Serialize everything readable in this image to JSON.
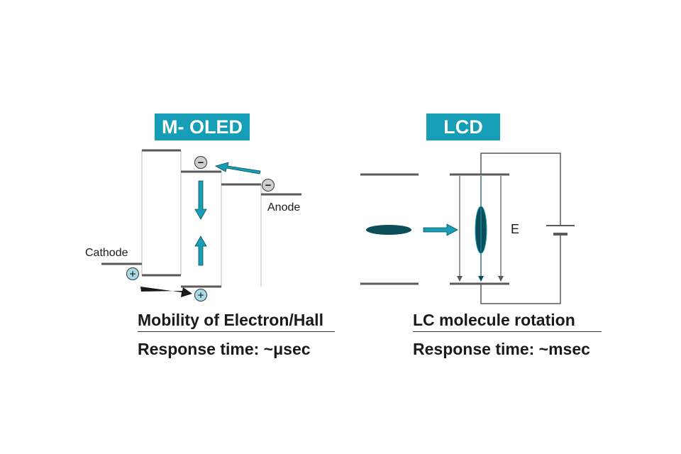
{
  "colors": {
    "accent": "#159eb6",
    "dark_teal": "#0c4d5a",
    "level_line": "#5a5a5a",
    "thin_line": "#bdbdbd",
    "arrow_dark": "#1a1a1a",
    "circle_fill_hole": "#a9dbe6",
    "circle_fill_electron": "#cfcfcf"
  },
  "oled": {
    "title": "M- OLED",
    "cathode_label": "Cathode",
    "anode_label": "Anode",
    "electron_symbol": "−",
    "hole_symbol": "+",
    "caption_mobility": "Mobility of Electron/Hall",
    "caption_response": "Response time: ~μsec"
  },
  "lcd": {
    "title": "LCD",
    "field_label": "E",
    "caption_rotation": "LC molecule rotation",
    "caption_response": "Response time: ~msec"
  }
}
